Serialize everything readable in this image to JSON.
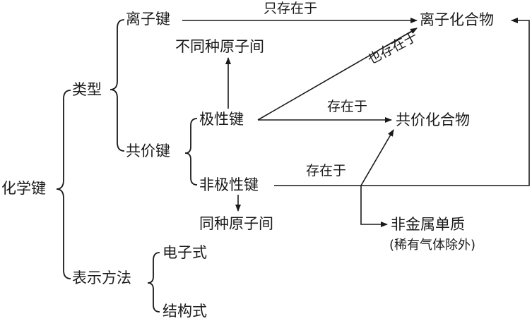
{
  "nodes": {
    "root": "化学键",
    "types": "类型",
    "ionic_bond": "离子键",
    "covalent_bond": "共价键",
    "polar_bond": "极性键",
    "nonpolar_bond": "非极性键",
    "diff_atoms": "不同种原子间",
    "same_atoms": "同种原子间",
    "ionic_compound": "离子化合物",
    "covalent_compound": "共价化合物",
    "nonmetal_element": "非金属单质",
    "nonmetal_note": "(稀有气体除外)",
    "notation": "表示方法",
    "electron_formula": "电子式",
    "structural_formula": "结构式"
  },
  "edge_labels": {
    "only_exists_in": "只存在于",
    "also_exists_in": "也存在于",
    "exists_in_polar": "存在于",
    "exists_in_nonpolar": "存在于"
  }
}
